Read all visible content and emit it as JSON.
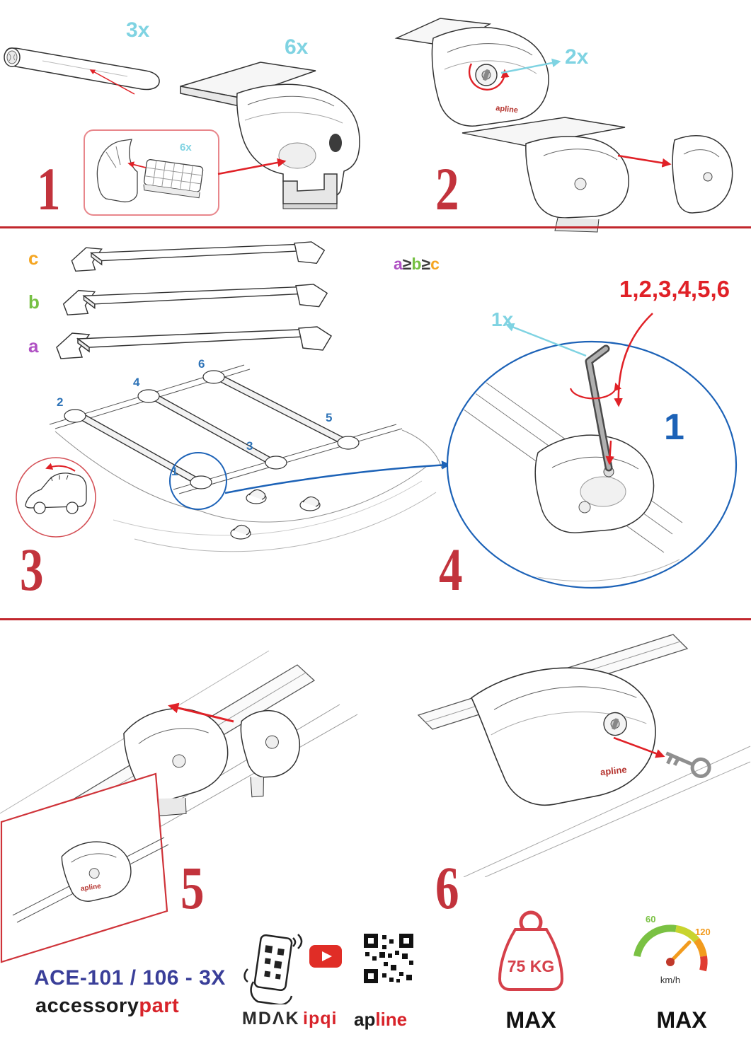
{
  "brand": {
    "apline": "apline"
  },
  "steps": {
    "s1": {
      "number": "1",
      "bar_qty": "3x",
      "foot_qty": "6x",
      "pad_qty": "6x"
    },
    "s2": {
      "number": "2",
      "lock_qty": "2x"
    },
    "s3": {
      "number": "3",
      "size_a": "a",
      "size_b": "b",
      "size_c": "c",
      "order": {
        "a": "a",
        "ge1": "≥",
        "b": "b",
        "ge2": "≥",
        "c": "c"
      },
      "positions": {
        "p1": "1",
        "p2": "2",
        "p3": "3",
        "p4": "4",
        "p5": "5",
        "p6": "6"
      }
    },
    "s4": {
      "number": "4",
      "tool_qty": "1x",
      "sequence": "1,2,3,4,5,6",
      "highlight": "1"
    },
    "s5": {
      "number": "5"
    },
    "s6": {
      "number": "6"
    }
  },
  "footer": {
    "model": "ACE-101 / 106 - 3X",
    "brand_black": "accessory",
    "brand_red": "part",
    "logo_mdak": "MDΛK",
    "logo_ipqi": "ipqi",
    "apline_black": "ap",
    "apline_red": "line",
    "weight": "75 KG",
    "weight_max": "MAX",
    "speed_low": "60",
    "speed_high": "120",
    "speed_unit": "km/h",
    "speed_max": "MAX"
  }
}
